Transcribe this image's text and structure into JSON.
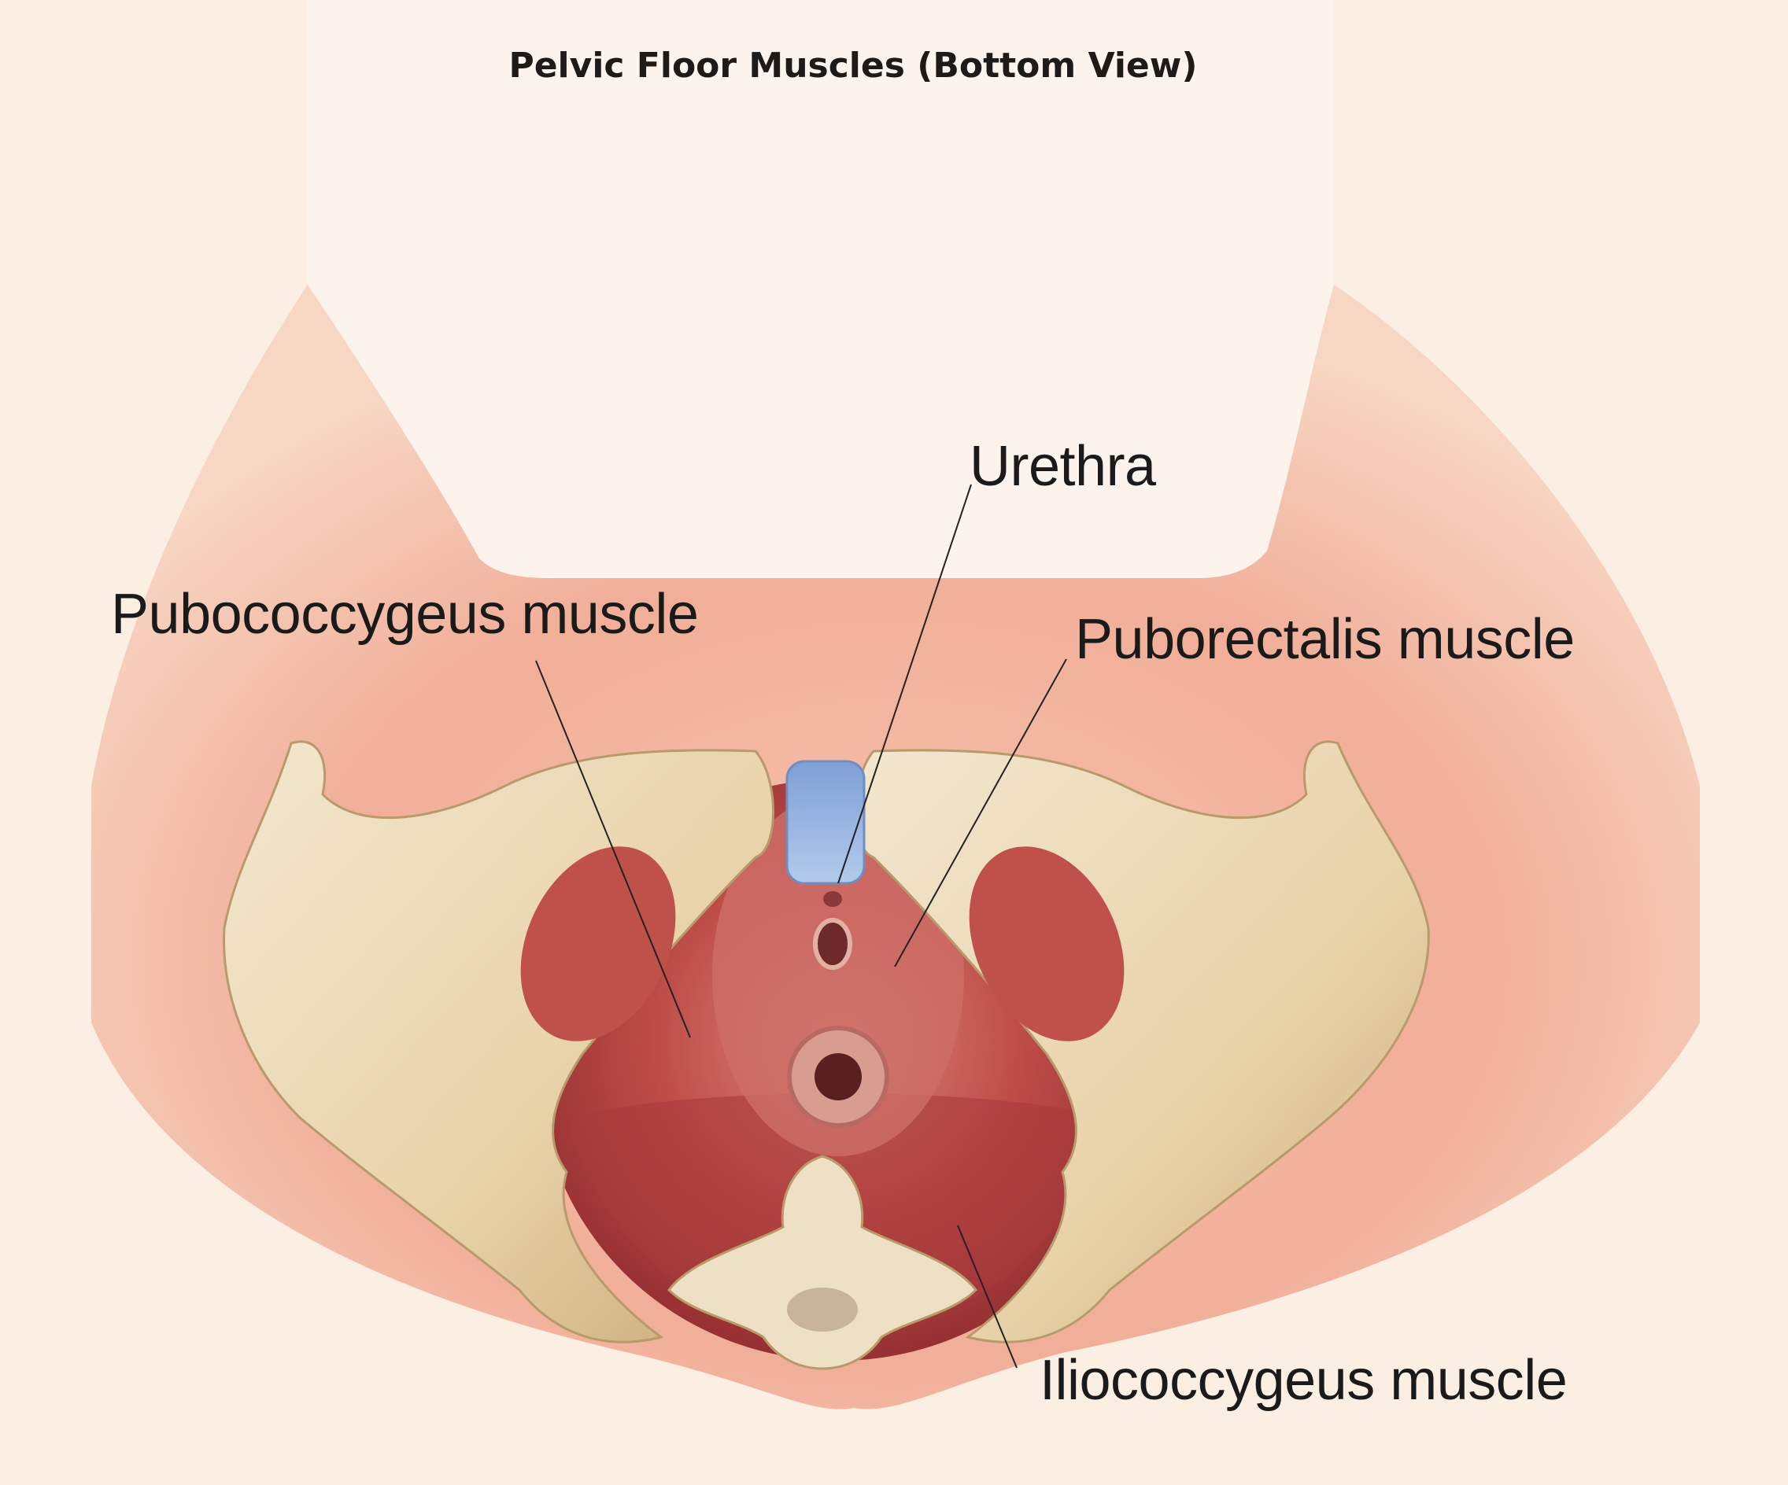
{
  "title": "Pelvic Floor Muscles (Bottom View)",
  "labels": {
    "urethra": "Urethra",
    "pubococcygeus": "Pubococcygeus muscle",
    "puborectalis": "Puborectalis muscle",
    "iliococcygeus": "Iliococcygeus muscle"
  },
  "colors": {
    "background": "#fbeee2",
    "skin": "#f2b6a0",
    "bone": "#eedcb8",
    "muscle": "#b8413f",
    "urethra": "#8fb0dc"
  }
}
